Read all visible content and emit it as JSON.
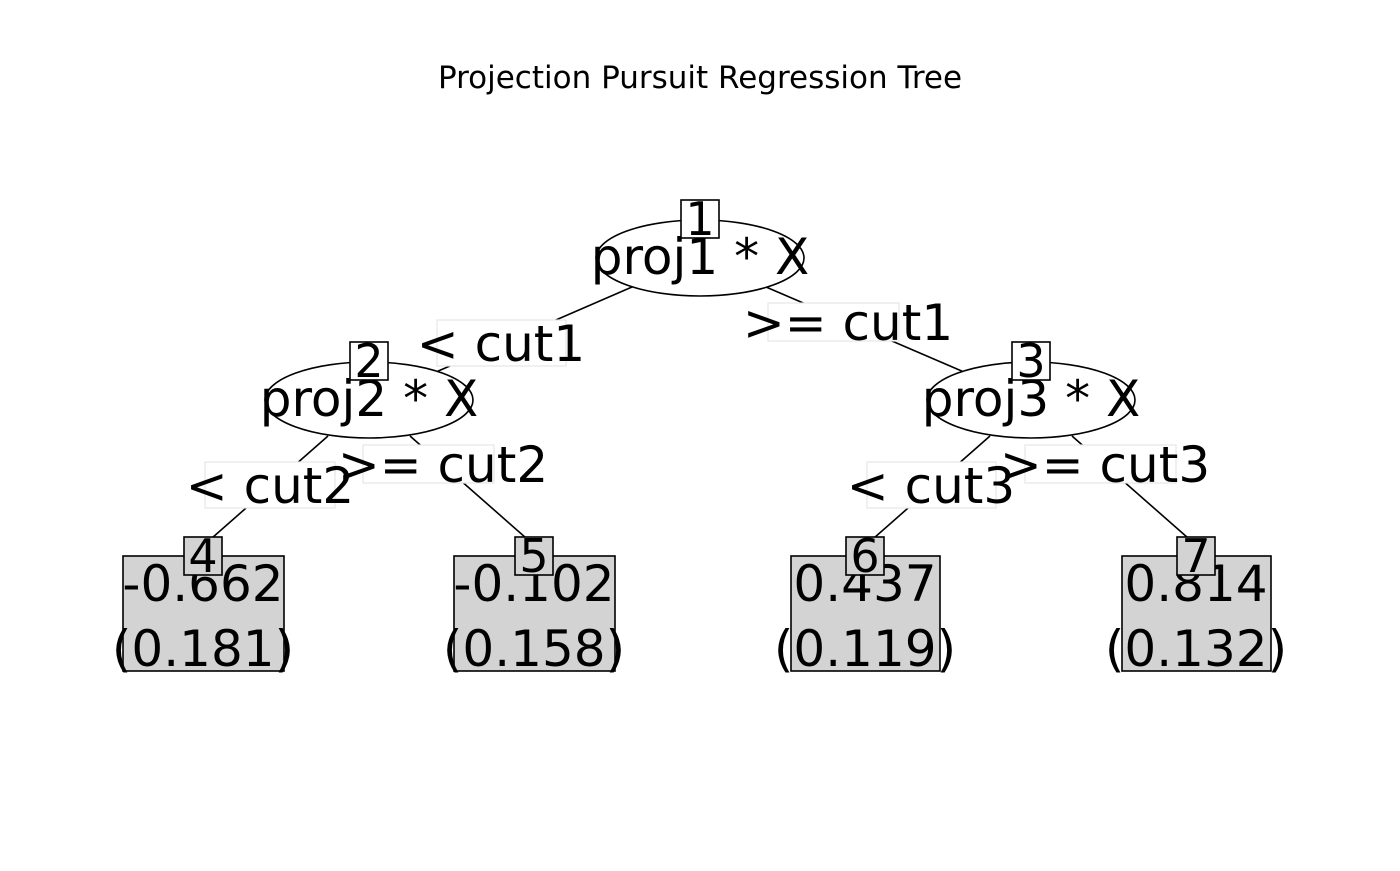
{
  "title": "Projection Pursuit Regression Tree",
  "colors": {
    "background": "#ffffff",
    "line": "#000000",
    "leaf_fill": "#d3d3d3",
    "label_box_border": "#e6e6e6"
  },
  "nodes": [
    {
      "id": "1",
      "kind": "split",
      "label": "proj1 * X"
    },
    {
      "id": "2",
      "kind": "split",
      "label": "proj2 * X"
    },
    {
      "id": "3",
      "kind": "split",
      "label": "proj3 * X"
    },
    {
      "id": "4",
      "kind": "leaf",
      "value": "-0.662",
      "sd": "(0.181)"
    },
    {
      "id": "5",
      "kind": "leaf",
      "value": "-0.102",
      "sd": "(0.158)"
    },
    {
      "id": "6",
      "kind": "leaf",
      "value": "0.437",
      "sd": "(0.119)"
    },
    {
      "id": "7",
      "kind": "leaf",
      "value": "0.814",
      "sd": "(0.132)"
    }
  ],
  "edges": [
    {
      "from": "1",
      "to": "2",
      "label": "< cut1"
    },
    {
      "from": "1",
      "to": "3",
      "label": ">= cut1"
    },
    {
      "from": "2",
      "to": "4",
      "label": "< cut2"
    },
    {
      "from": "2",
      "to": "5",
      "label": ">= cut2"
    },
    {
      "from": "3",
      "to": "6",
      "label": "< cut3"
    },
    {
      "from": "3",
      "to": "7",
      "label": ">= cut3"
    }
  ]
}
